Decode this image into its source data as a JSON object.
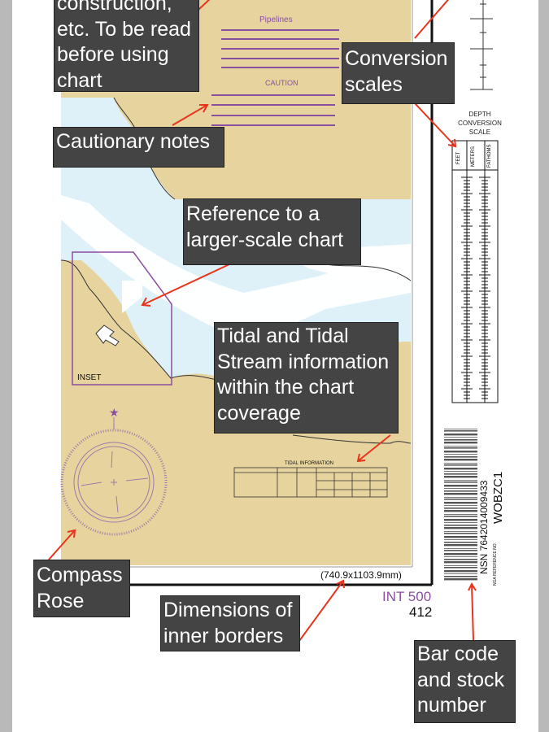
{
  "chart": {
    "pipelines_label": "Pipelines",
    "caution_label": "CAUTION",
    "inset_label": "INSET",
    "tidal_table_label": "TIDAL INFORMATION",
    "dimensions": "(740.9x1103.9mm)",
    "chart_number": "INT 500",
    "chart_number_sub": "412",
    "depth_scale_title": [
      "DEPTH",
      "CONVERSION",
      "SCALE"
    ],
    "depth_scale_columns": [
      "FEET",
      "METERS",
      "FATHOMS"
    ],
    "nsn": "NSN 7642014009433",
    "nga_ref_label": "NGA REFERENCE NO.",
    "nga_ref": "WOBZC1"
  },
  "callouts": {
    "notes": "construction, etc. To be read before using chart",
    "conversion": "Conversion scales",
    "cautionary": "Cautionary notes",
    "reference": "Reference to a larger-scale chart",
    "tidal": "Tidal and Tidal Stream information within the chart coverage",
    "compass": "Compass Rose",
    "dimensions": "Dimensions of inner borders",
    "barcode": "Bar code and stock number"
  },
  "colors": {
    "land": "#e6d39e",
    "water": "#dff1f8",
    "callout_bg": "#444444",
    "arrow": "#e8341c",
    "magenta": "#8a4fa0"
  }
}
